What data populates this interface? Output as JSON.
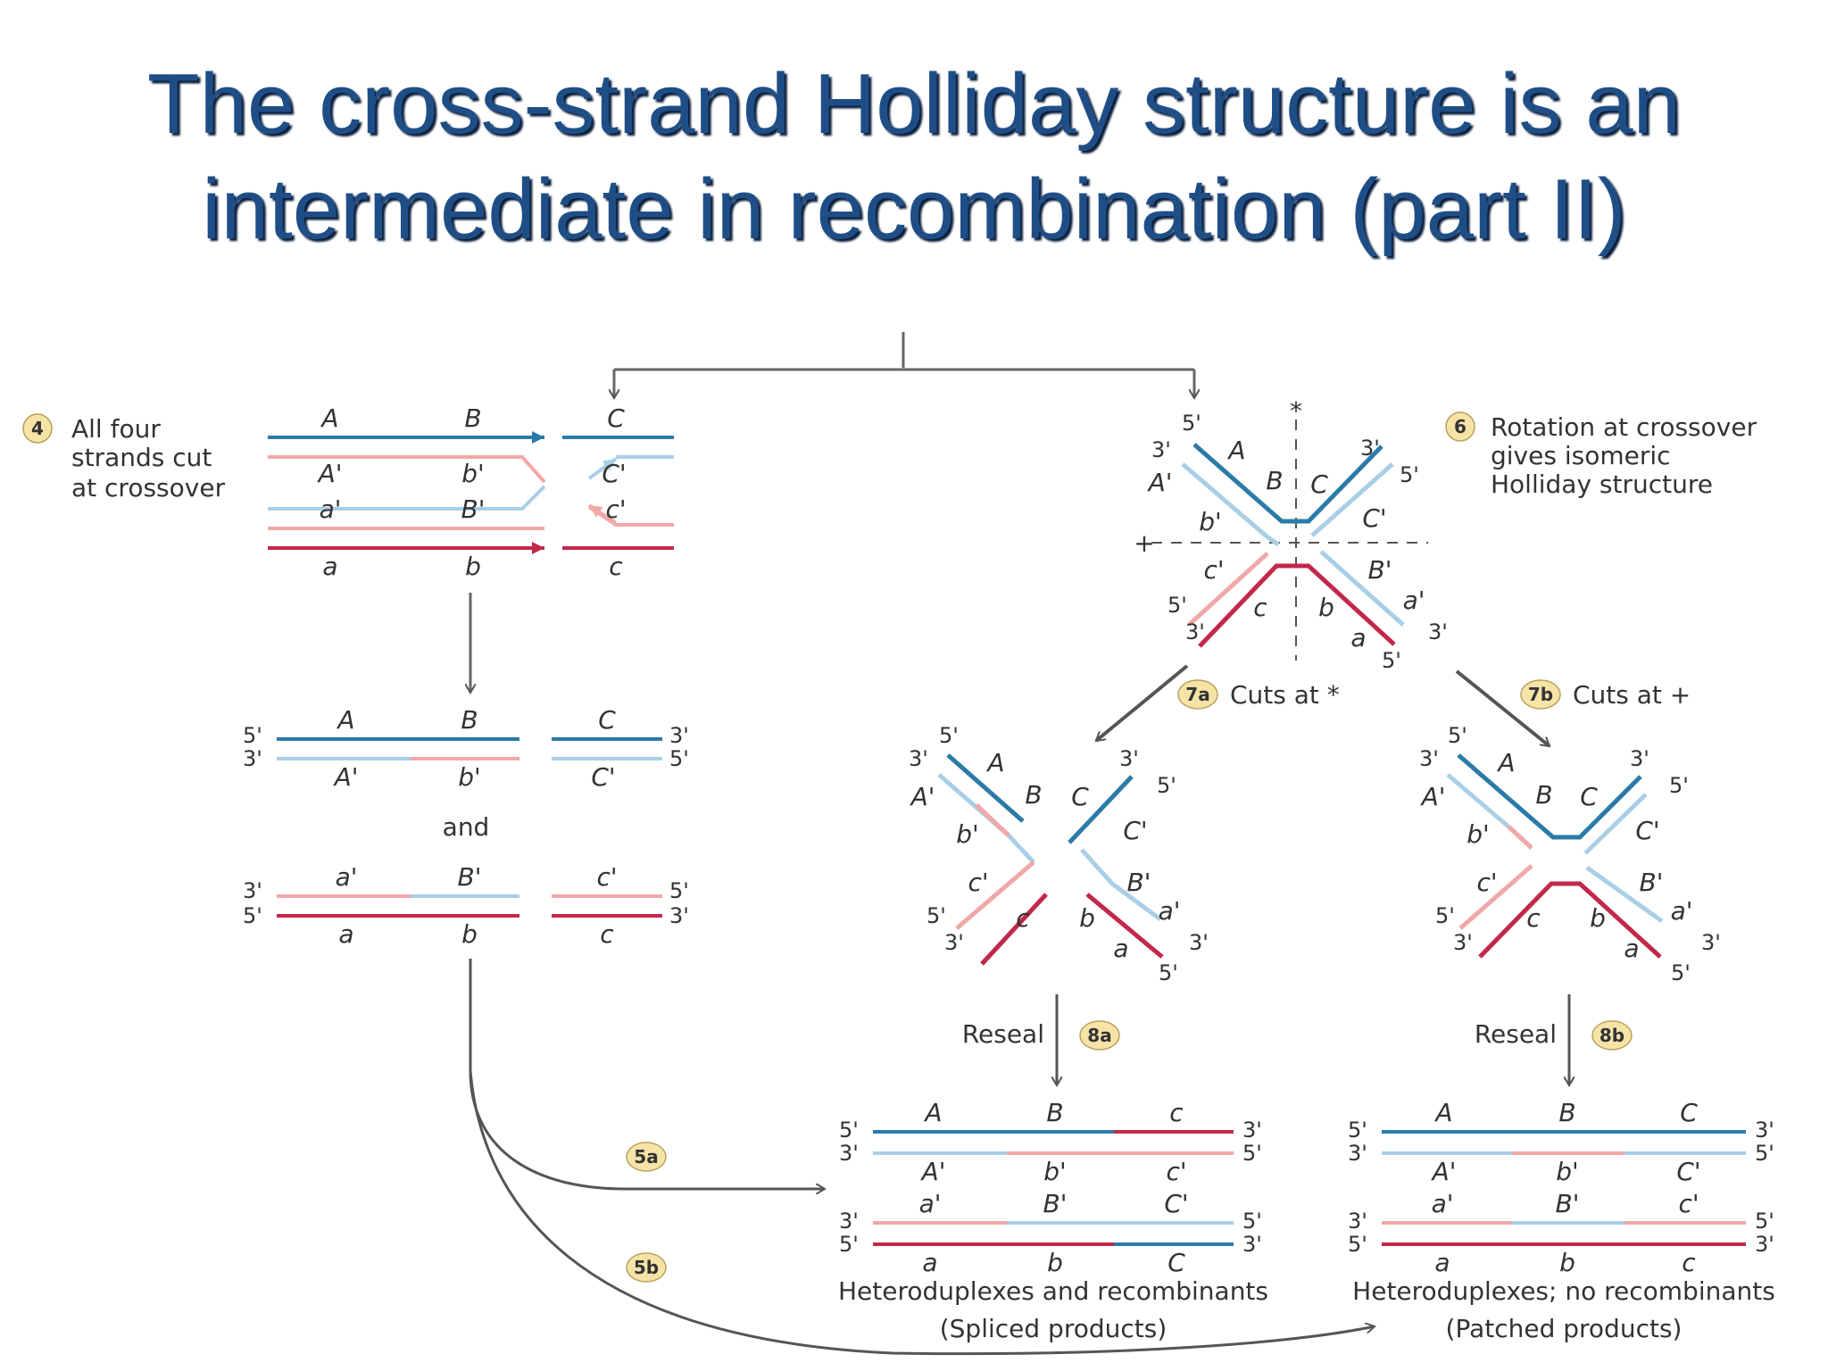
{
  "title": {
    "line1": "The cross-strand Holliday structure is an",
    "line2": "intermediate in recombination (part II)"
  },
  "colors": {
    "title": "#1f4e86",
    "blue_dark": "#2b7ba8",
    "blue_light": "#a9cfe6",
    "red_dark": "#c2284a",
    "red_light": "#f0a8a8",
    "arrow": "#555555",
    "step_badge": "#f6e3a6"
  },
  "steps": {
    "s4": {
      "num": "4",
      "line1": "All four",
      "line2": "strands cut",
      "line3": "at crossover"
    },
    "s5a": {
      "num": "5a"
    },
    "s5b": {
      "num": "5b"
    },
    "s6": {
      "num": "6",
      "line1": "Rotation at crossover",
      "line2": "gives isomeric",
      "line3": "Holliday structure"
    },
    "s7a": {
      "num": "7a",
      "text": "Cuts at *"
    },
    "s7b": {
      "num": "7b",
      "text": "Cuts at +"
    },
    "s8a": {
      "num": "8a",
      "text": "Reseal"
    },
    "s8b": {
      "num": "8b",
      "text": "Reseal"
    }
  },
  "connector": {
    "and": "and"
  },
  "labels": {
    "A": "A",
    "B": "B",
    "C": "C",
    "Ap": "A'",
    "Bp": "B'",
    "Cp": "C'",
    "a": "a",
    "b": "b",
    "c": "c",
    "ap": "a'",
    "bp": "b'",
    "cp": "c'",
    "five": "5'",
    "three": "3'",
    "star": "*",
    "plus": "+"
  },
  "products": {
    "left_caption": "Heteroduplexes and recombinants",
    "left_sub": "(Spliced products)",
    "right_caption": "Heteroduplexes; no recombinants",
    "right_sub": "(Patched products)"
  }
}
